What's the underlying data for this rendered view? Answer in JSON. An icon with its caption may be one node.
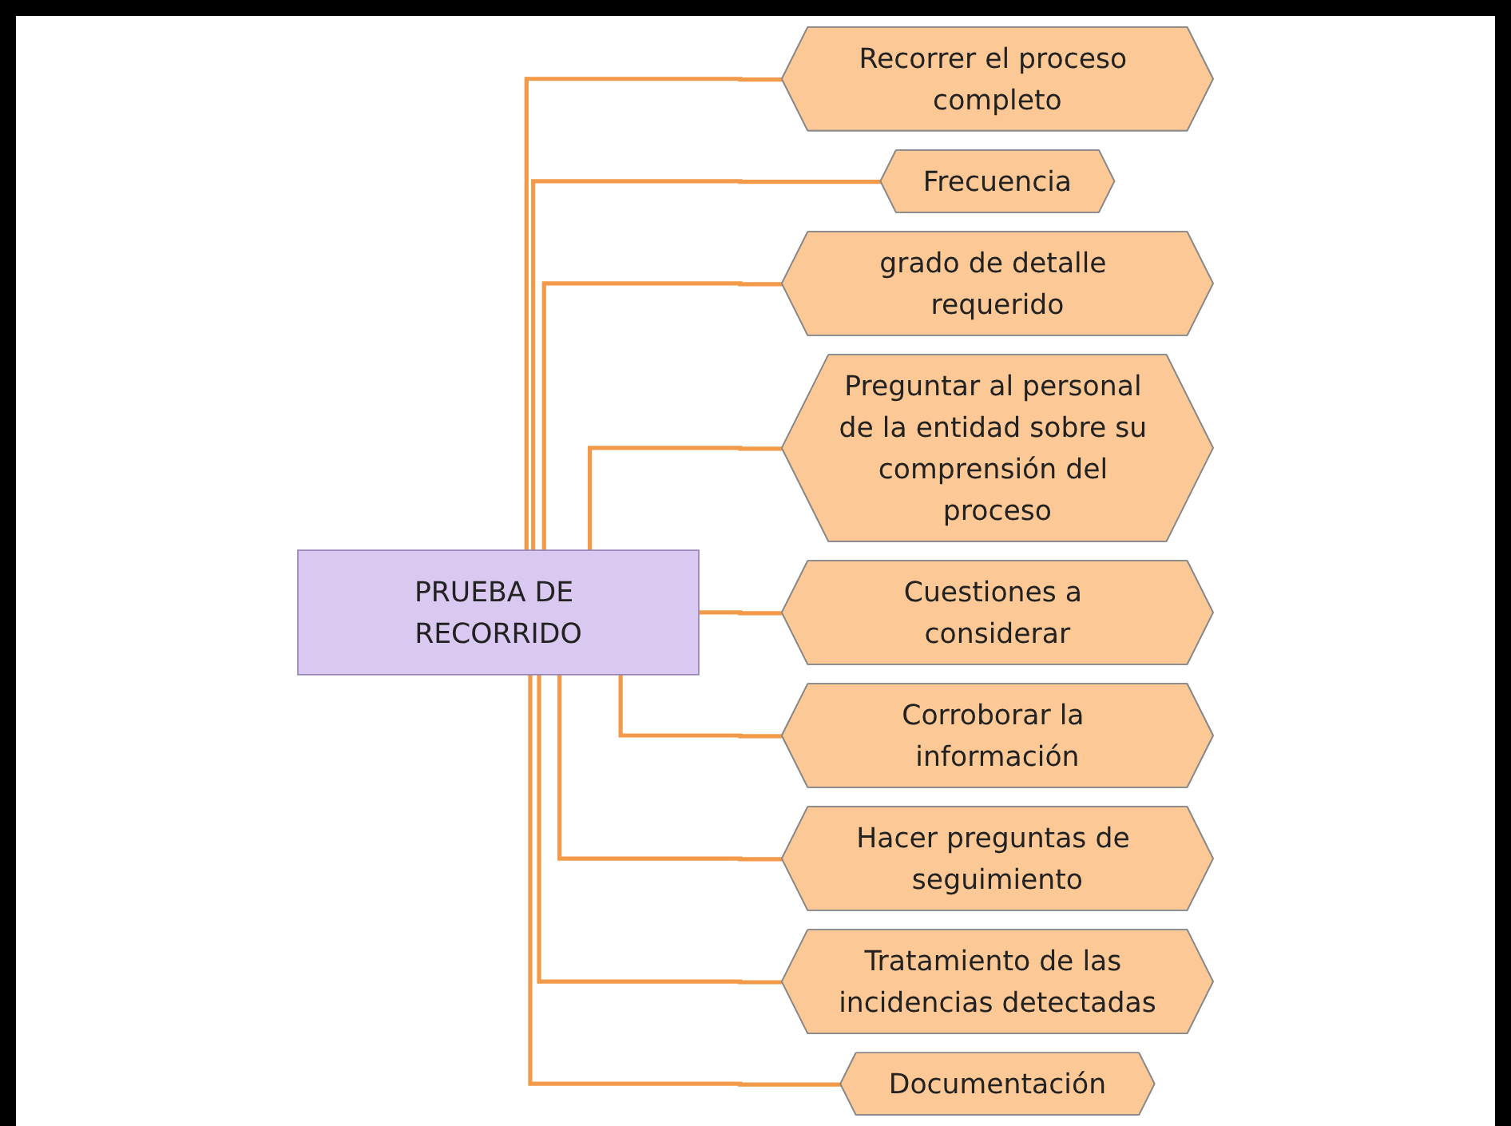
{
  "diagram": {
    "nodes": [
      {
        "text": [
          "PRUEBA DE RECORRIDO"
        ]
      },
      {
        "text": [
          "Recorrer el proceso completo"
        ]
      },
      {
        "text": [
          "Frecuencia"
        ]
      },
      {
        "text": [
          "grado de detalle requerido"
        ]
      },
      {
        "text": [
          "Preguntar al personal de la entidad sobre su comprensión del proceso"
        ]
      },
      {
        "text": [
          "Cuestiones a considerar"
        ]
      },
      {
        "text": [
          "Corroborar la información"
        ]
      },
      {
        "text": [
          "Hacer preguntas de seguimiento"
        ]
      },
      {
        "text": [
          "Tratamiento de las incidencias detectadas"
        ]
      },
      {
        "text": [
          "Documentación"
        ]
      }
    ],
    "edges": [
      {
        "from": 0,
        "to": 1,
        "arrow": "none"
      },
      {
        "from": 0,
        "to": 2,
        "arrow": "none"
      },
      {
        "from": 0,
        "to": 3,
        "arrow": "none"
      },
      {
        "from": 0,
        "to": 4,
        "arrow": "none"
      },
      {
        "from": 0,
        "to": 5,
        "arrow": "none"
      },
      {
        "from": 0,
        "to": 6,
        "arrow": "none"
      },
      {
        "from": 0,
        "to": 7,
        "arrow": "none"
      },
      {
        "from": 0,
        "to": 8,
        "arrow": "none"
      },
      {
        "from": 0,
        "to": 9,
        "arrow": "none"
      }
    ]
  }
}
